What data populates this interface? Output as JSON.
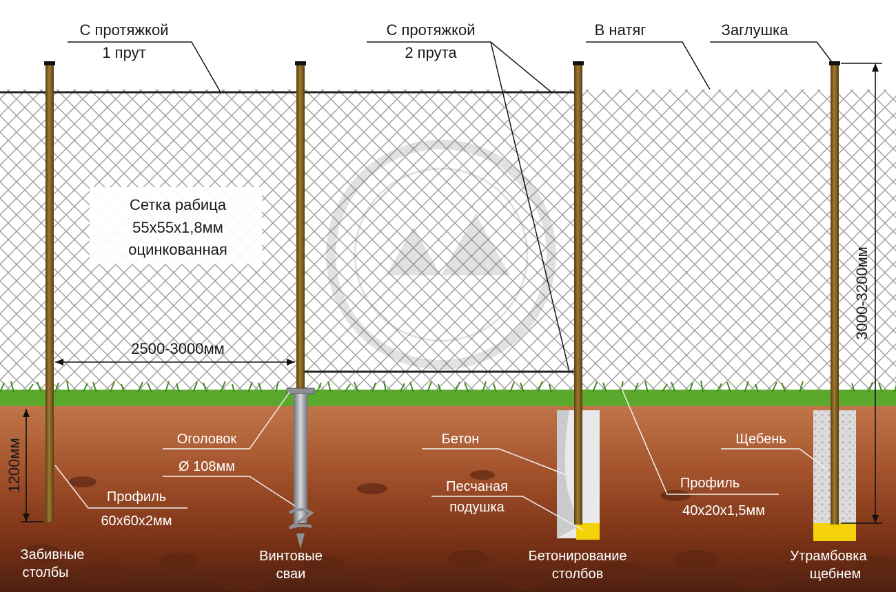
{
  "top_labels": {
    "pull_one_line1": "С протяжкой",
    "pull_one_line2": "1 прут",
    "pull_two_line1": "С протяжкой",
    "pull_two_line2": "2 прута",
    "tension": "В натяг",
    "cap": "Заглушка"
  },
  "mesh_box": {
    "line1": "Сетка рабица",
    "line2": "55х55х1,8мм",
    "line3": "оцинкованная"
  },
  "dimensions": {
    "span": "2500-3000мм",
    "height": "3000-3200мм",
    "depth": "1200мм"
  },
  "underground": {
    "head": "Оголовок",
    "diameter": "Ø 108мм",
    "concrete": "Бетон",
    "sand_line1": "Песчаная",
    "sand_line2": "подушка",
    "gravel": "Щебень",
    "profile_left_line1": "Профиль",
    "profile_left_line2": "60х60х2мм",
    "profile_right_line1": "Профиль",
    "profile_right_line2": "40х20х1,5мм"
  },
  "methods": {
    "driven_line1": "Забивные",
    "driven_line2": "столбы",
    "screw_line1": "Винтовые",
    "screw_line2": "сваи",
    "concrete_line1": "Бетонирование",
    "concrete_line2": "столбов",
    "gravel_line1": "Утрамбовка",
    "gravel_line2": "щебнем"
  },
  "colors": {
    "post": "#7a5a1c",
    "mesh": "#9a9a9a",
    "soil_top": "#b86a3c",
    "soil_bottom": "#6f2d14",
    "grass": "#4f9d27",
    "sand": "#f4d20a"
  }
}
